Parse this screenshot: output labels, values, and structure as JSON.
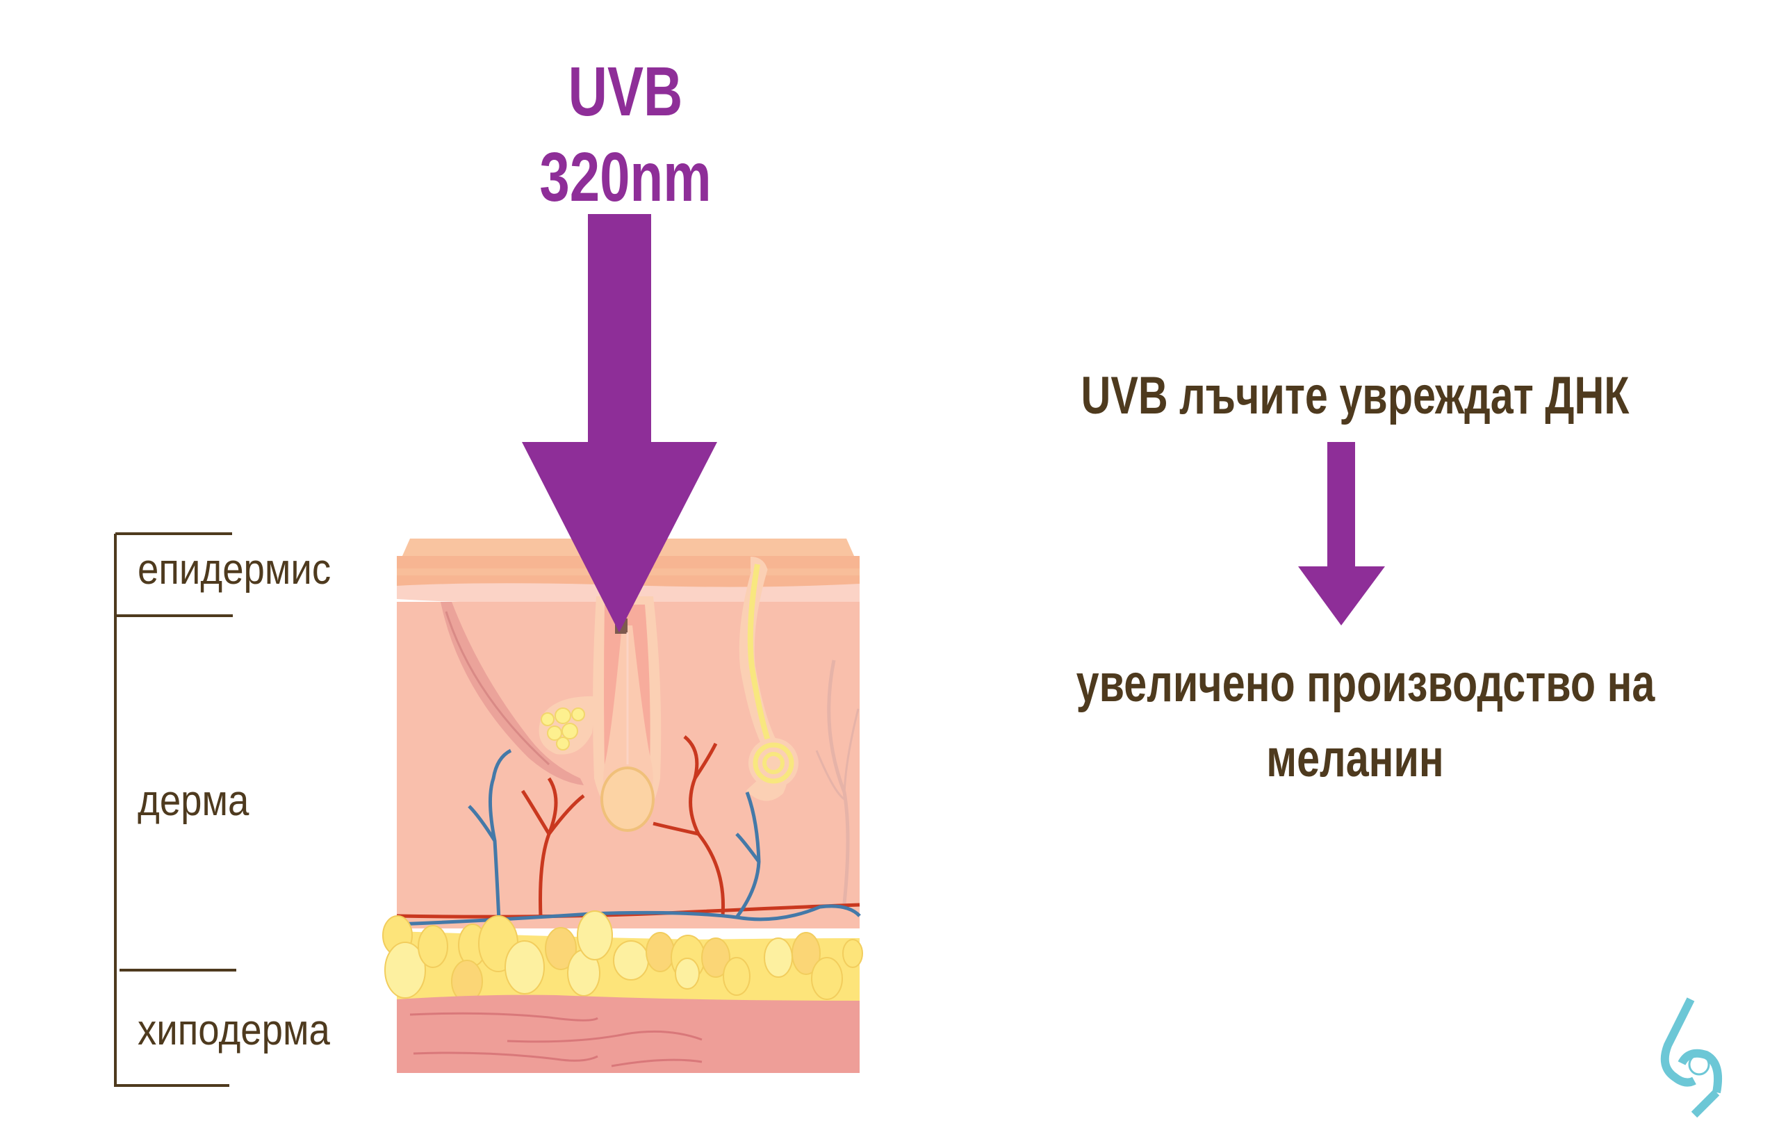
{
  "uv_label": {
    "line1": "UVB",
    "line2": "320nm",
    "color": "#8e2e98"
  },
  "layers": {
    "epidermis": "епидермис",
    "dermis": "дерма",
    "hypodermis": "хиподерма",
    "bracket_color": "#4e3a1e"
  },
  "flow": {
    "cause": "UVB лъчите увреждат ДНК",
    "effect_line1": "увеличено производство на",
    "effect_line2": "меланин",
    "text_color": "#4e3a1e",
    "arrow_color": "#8e2e98"
  },
  "logo": {
    "icon": "69-logo-icon",
    "color": "#6cc7d6"
  },
  "illustration": {
    "name": "skin-cross-section",
    "colors": {
      "epidermis_top": "#f9c4a0",
      "epidermis_band": "#f7b592",
      "basal_band": "#fbd3c6",
      "dermis": "#f9bfac",
      "fat_light": "#fdf0a0",
      "fat_mid": "#fde47a",
      "fat_dark": "#fbd676",
      "muscle": "#ee9e98",
      "artery": "#c9381f",
      "vein": "#4479a8",
      "sweat_gland": "#f6e77a"
    }
  }
}
